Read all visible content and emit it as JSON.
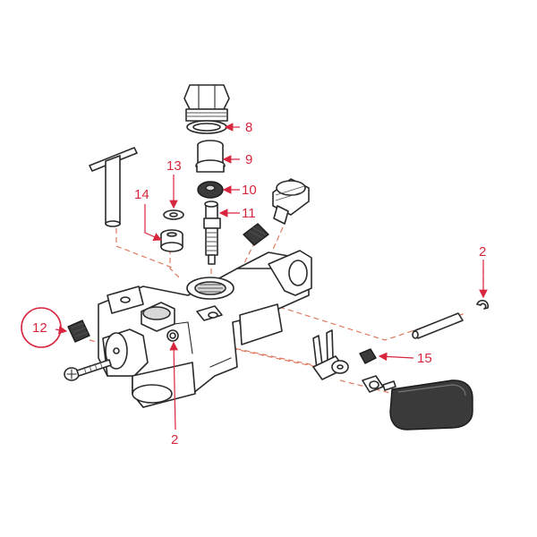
{
  "callouts": {
    "c2_top": "2",
    "c2_bottom": "2",
    "c8": "8",
    "c9": "9",
    "c10": "10",
    "c11": "11",
    "c12": "12",
    "c13": "13",
    "c14": "14",
    "c15": "15"
  },
  "colors": {
    "callout": "#d7263d",
    "guide_line": "#e07a5f",
    "outline": "#2a2a2a"
  }
}
